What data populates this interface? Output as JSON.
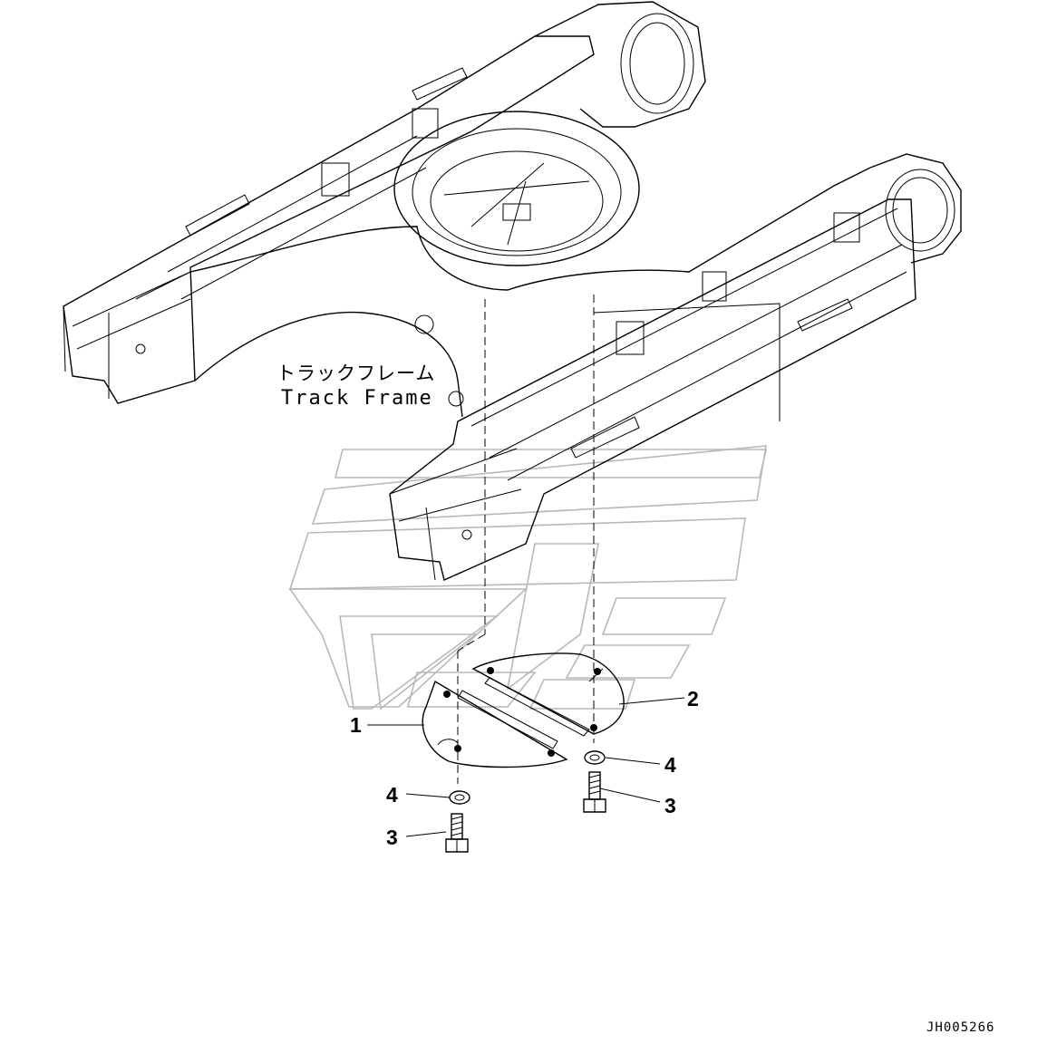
{
  "diagram": {
    "frame_label_jp": "トラックフレーム",
    "frame_label_en": "Track Frame",
    "drawing_code": "JH005266",
    "callouts": [
      {
        "id": "callout-1",
        "text": "1"
      },
      {
        "id": "callout-2",
        "text": "2"
      },
      {
        "id": "callout-4-right",
        "text": "4"
      },
      {
        "id": "callout-3-right",
        "text": "3"
      },
      {
        "id": "callout-4-left",
        "text": "4"
      },
      {
        "id": "callout-3-left",
        "text": "3"
      }
    ]
  }
}
